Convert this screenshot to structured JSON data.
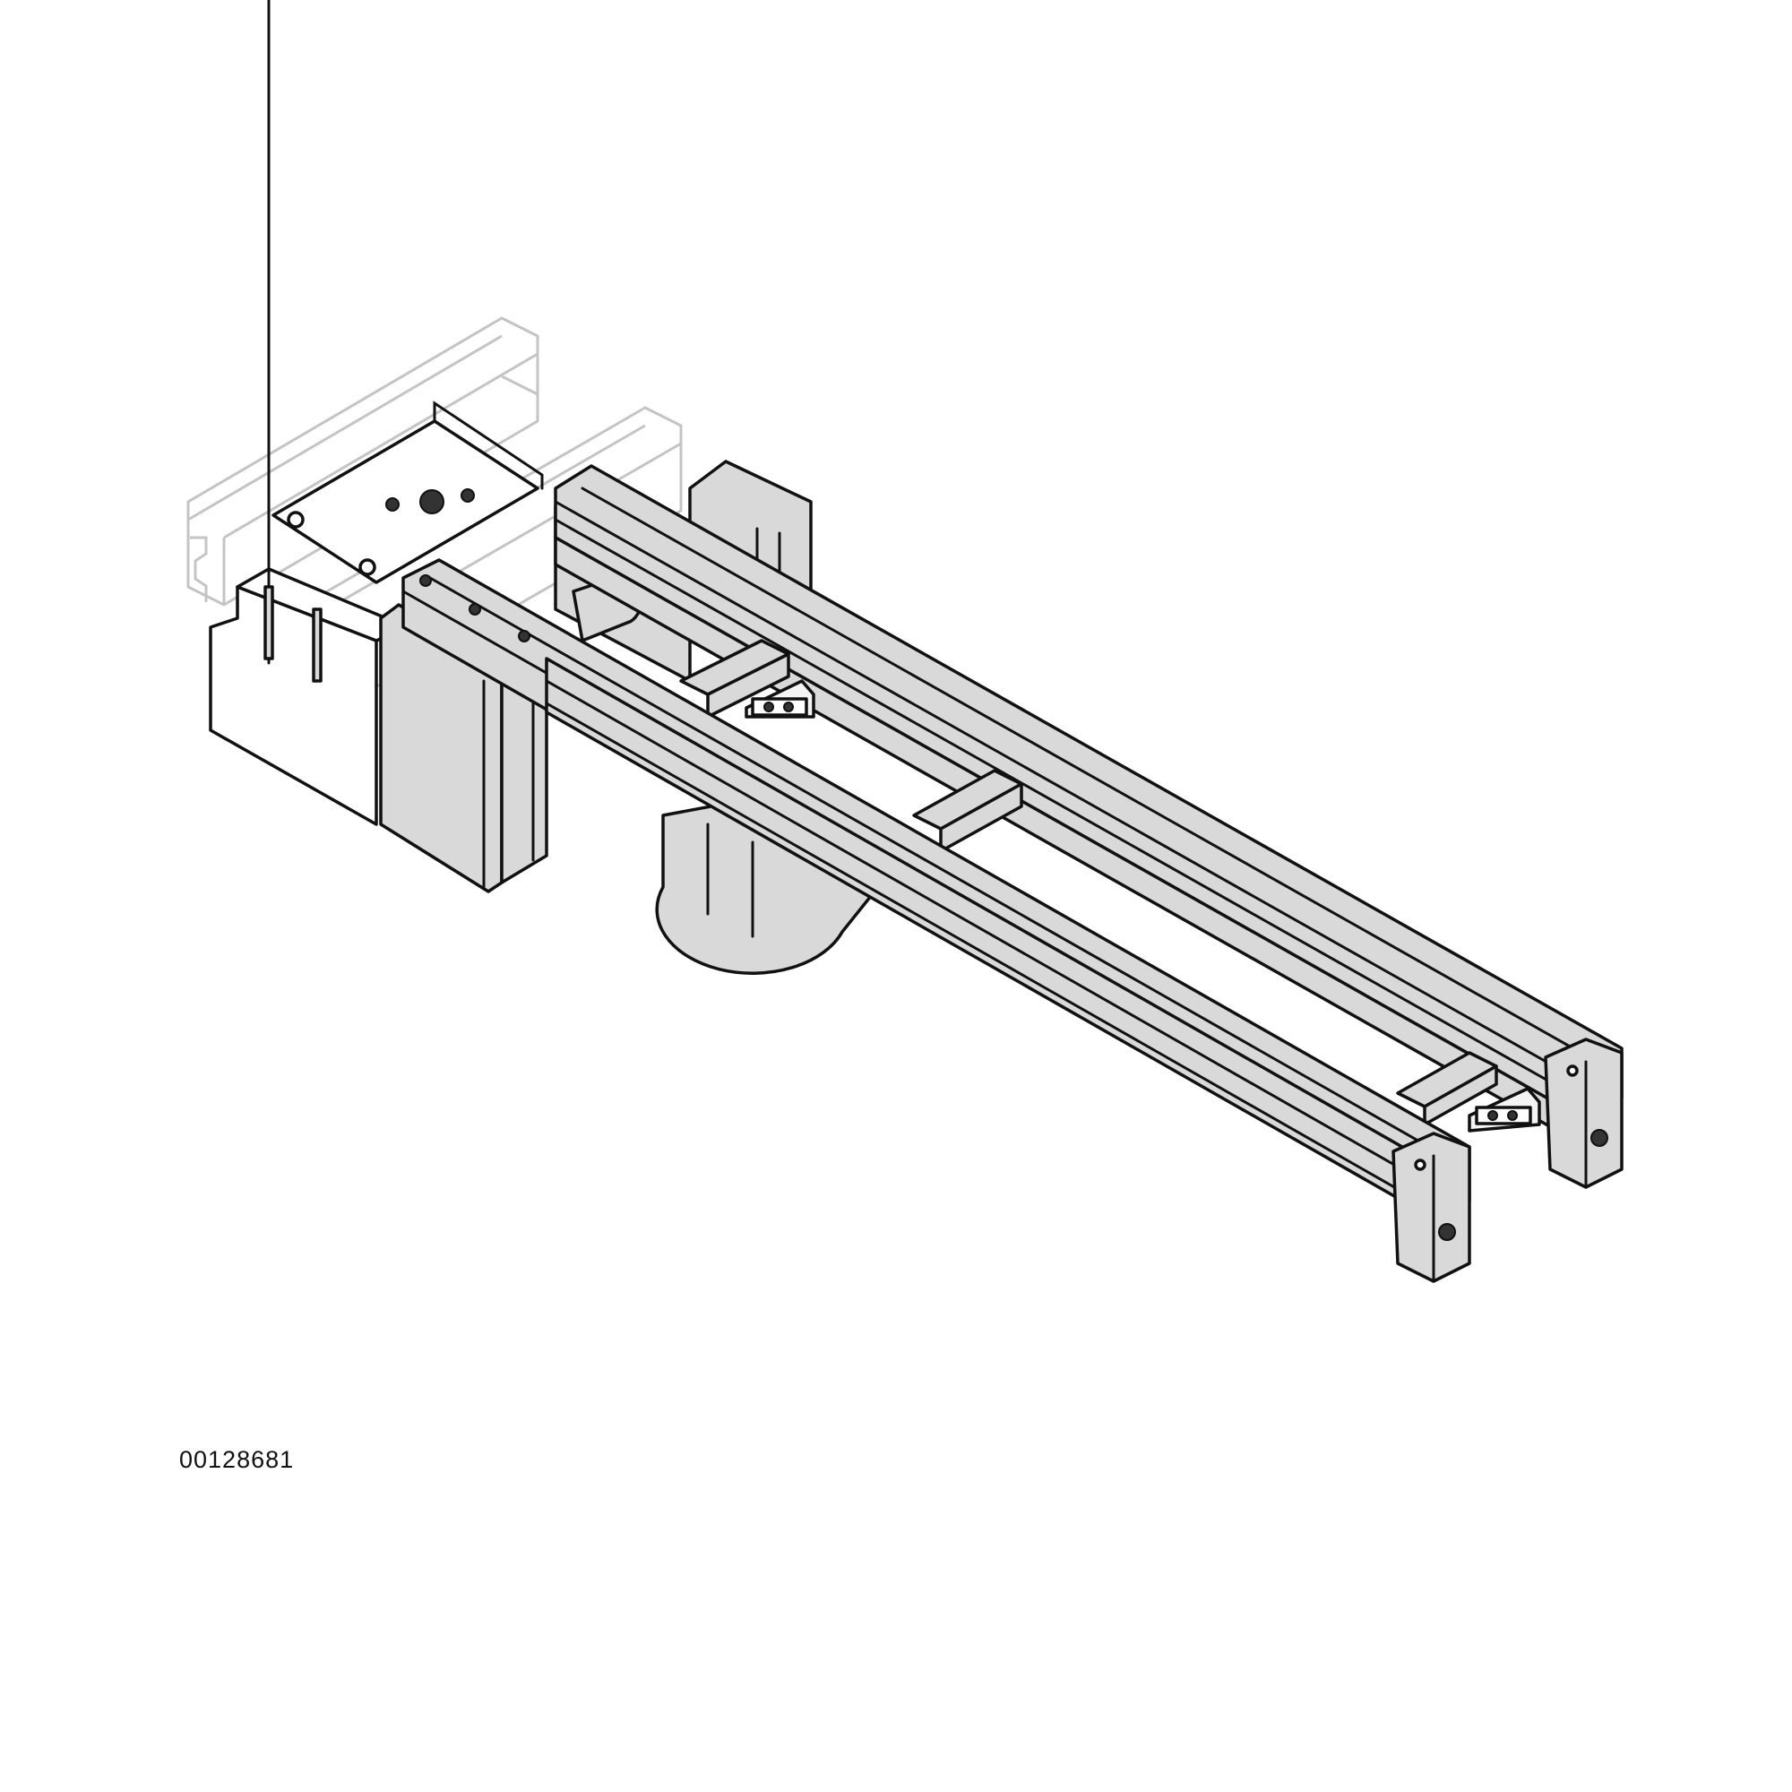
{
  "figure": {
    "part_number": "00128681",
    "type": "isometric technical drawing",
    "subject": "conveyor transfer module with twin rails, drive motor and mounting brackets"
  },
  "colors": {
    "background": "#ffffff",
    "part_fill": "#d9d9d9",
    "outline": "#111111",
    "ghost_profile": "#c4c4c4"
  }
}
